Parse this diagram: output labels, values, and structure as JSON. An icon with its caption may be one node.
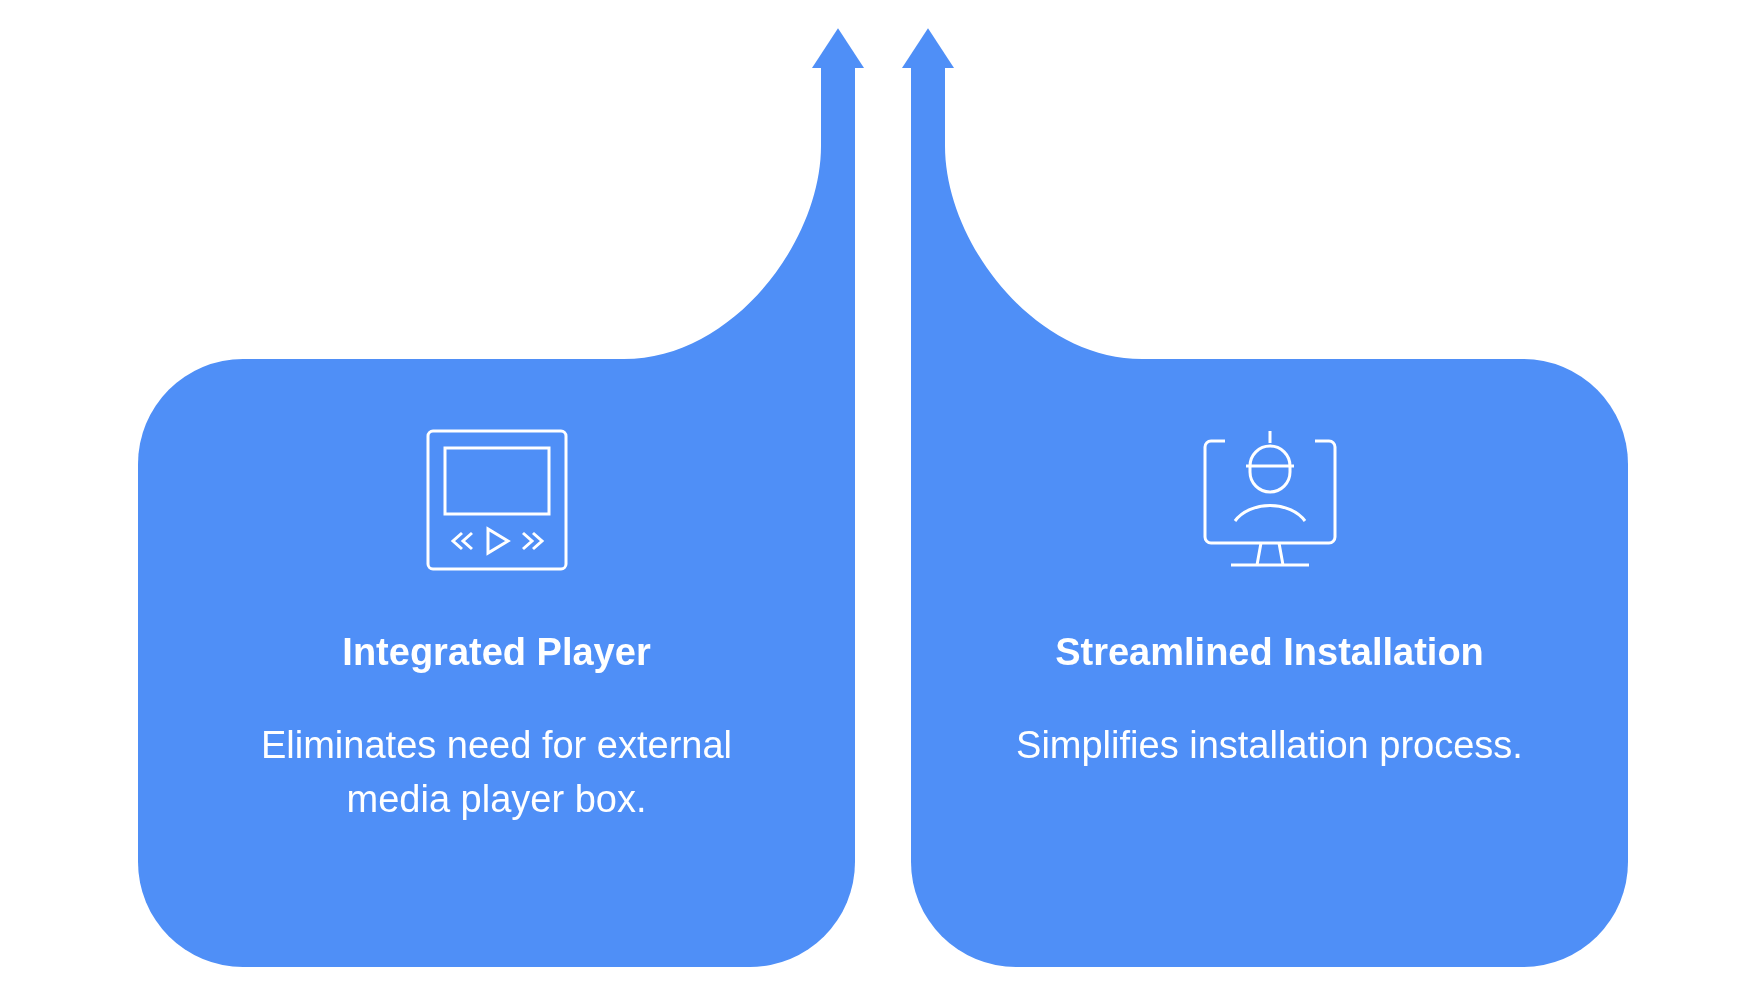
{
  "diagram": {
    "nodes": [
      {
        "text": [
          "Integrated Player",
          "Eliminates need for external media player box."
        ]
      },
      {
        "text": [
          "Streamlined Installation",
          "Simplifies installation process."
        ]
      }
    ],
    "edges": [
      {
        "from": 0,
        "to": null,
        "arrow": "to"
      },
      {
        "from": 1,
        "to": null,
        "arrow": "to"
      }
    ]
  }
}
